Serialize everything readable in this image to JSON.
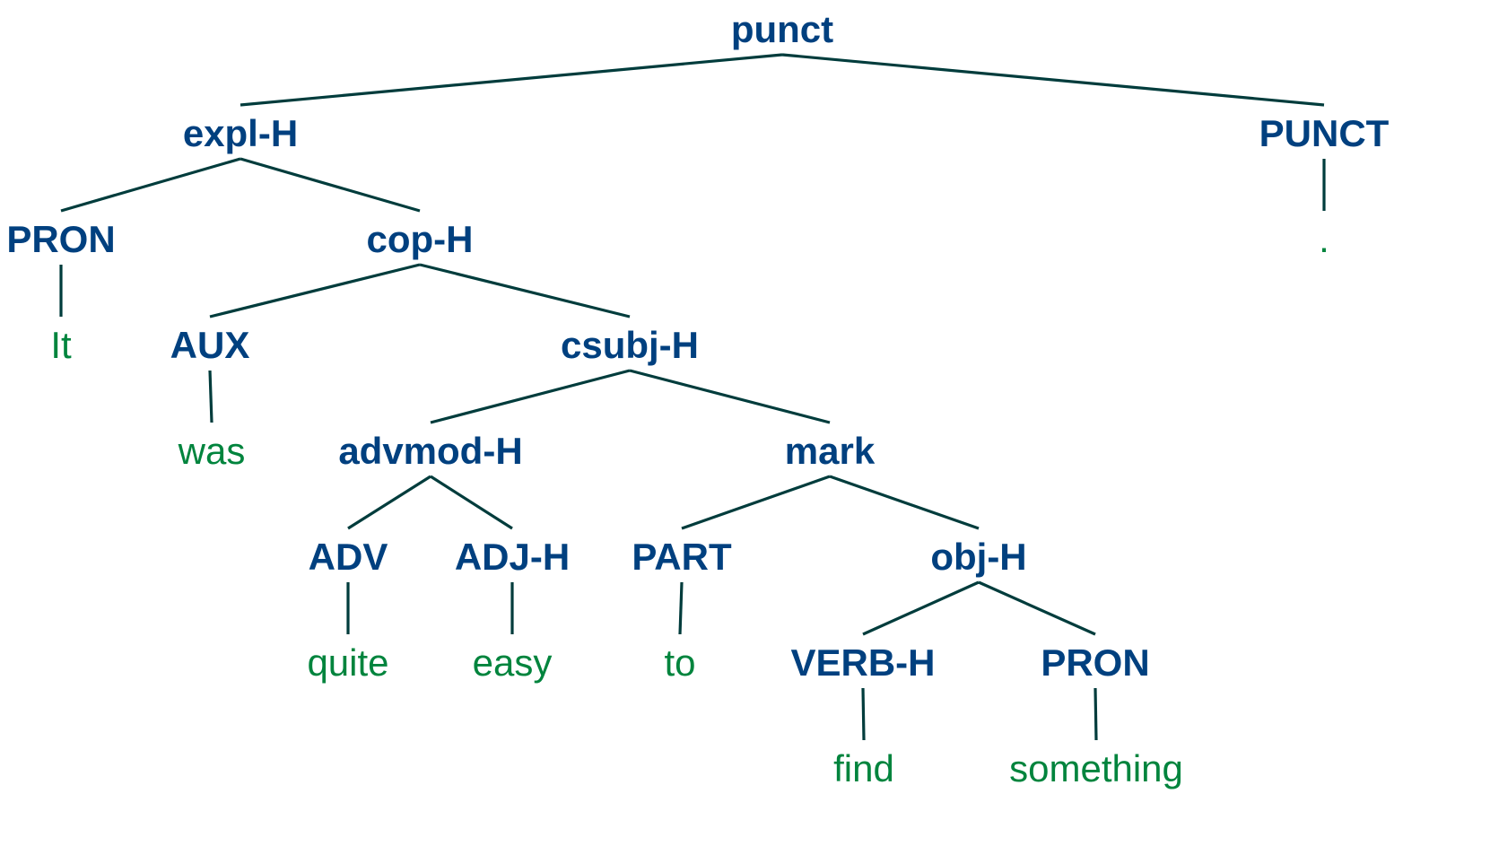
{
  "colors": {
    "nonterminal": "#00407f",
    "terminal": "#00843d",
    "edge": "#003c3c"
  },
  "tree": {
    "nodes": [
      {
        "id": "n0",
        "label": "punct",
        "kind": "nonterminal",
        "parent": null
      },
      {
        "id": "n1",
        "label": "expl-H",
        "kind": "nonterminal",
        "parent": "n0"
      },
      {
        "id": "n2",
        "label": "PUNCT",
        "kind": "nonterminal",
        "parent": "n0"
      },
      {
        "id": "n3",
        "label": "PRON",
        "kind": "nonterminal",
        "parent": "n1"
      },
      {
        "id": "n4",
        "label": "cop-H",
        "kind": "nonterminal",
        "parent": "n1"
      },
      {
        "id": "n5",
        "label": ".",
        "kind": "terminal",
        "parent": "n2"
      },
      {
        "id": "n6",
        "label": "It",
        "kind": "terminal",
        "parent": "n3"
      },
      {
        "id": "n7",
        "label": "AUX",
        "kind": "nonterminal",
        "parent": "n4"
      },
      {
        "id": "n8",
        "label": "csubj-H",
        "kind": "nonterminal",
        "parent": "n4"
      },
      {
        "id": "n9",
        "label": "was",
        "kind": "terminal",
        "parent": "n7"
      },
      {
        "id": "n10",
        "label": "advmod-H",
        "kind": "nonterminal",
        "parent": "n8"
      },
      {
        "id": "n11",
        "label": "mark",
        "kind": "nonterminal",
        "parent": "n8"
      },
      {
        "id": "n12",
        "label": "ADV",
        "kind": "nonterminal",
        "parent": "n10"
      },
      {
        "id": "n13",
        "label": "ADJ-H",
        "kind": "nonterminal",
        "parent": "n10"
      },
      {
        "id": "n14",
        "label": "PART",
        "kind": "nonterminal",
        "parent": "n11"
      },
      {
        "id": "n15",
        "label": "obj-H",
        "kind": "nonterminal",
        "parent": "n11"
      },
      {
        "id": "n16",
        "label": "quite",
        "kind": "terminal",
        "parent": "n12"
      },
      {
        "id": "n17",
        "label": "easy",
        "kind": "terminal",
        "parent": "n13"
      },
      {
        "id": "n18",
        "label": "to",
        "kind": "terminal",
        "parent": "n14"
      },
      {
        "id": "n19",
        "label": "VERB-H",
        "kind": "nonterminal",
        "parent": "n15"
      },
      {
        "id": "n20",
        "label": "PRON",
        "kind": "nonterminal",
        "parent": "n15"
      },
      {
        "id": "n21",
        "label": "find",
        "kind": "terminal",
        "parent": "n19"
      },
      {
        "id": "n22",
        "label": "something",
        "kind": "terminal",
        "parent": "n20"
      }
    ]
  }
}
